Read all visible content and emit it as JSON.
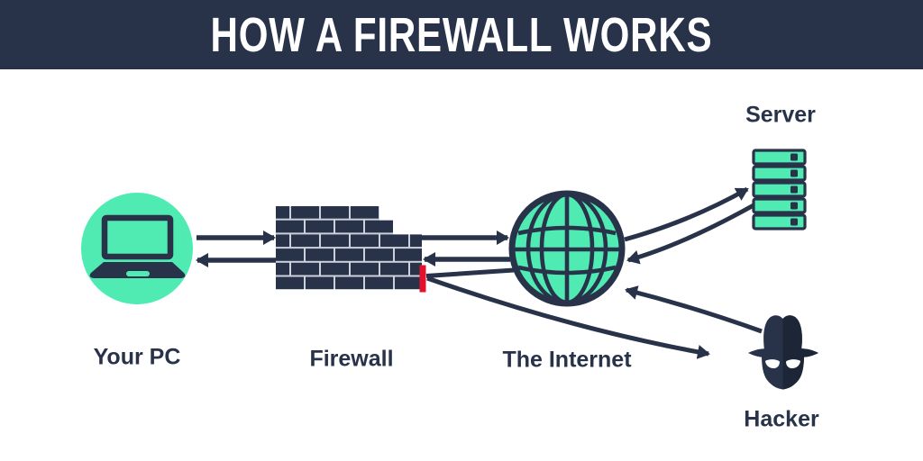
{
  "title": "HOW A FIREWALL WORKS",
  "colors": {
    "navy": "#28334A",
    "navy_dark": "#1D2637",
    "teal": "#4FEBB3",
    "red": "#E3112C",
    "mortar": "#CBD1DA",
    "background": "#FFFFFF"
  },
  "nodes": {
    "pc": {
      "label": "Your PC",
      "icon": "laptop-in-circle-icon"
    },
    "firewall": {
      "label": "Firewall",
      "icon": "brick-wall-icon"
    },
    "internet": {
      "label": "The Internet",
      "icon": "globe-icon"
    },
    "server": {
      "label": "Server",
      "icon": "server-rack-icon"
    },
    "hacker": {
      "label": "Hacker",
      "icon": "spy-icon"
    }
  },
  "connections": [
    {
      "from": "pc",
      "to": "firewall",
      "type": "allowed"
    },
    {
      "from": "firewall",
      "to": "pc",
      "type": "allowed"
    },
    {
      "from": "firewall",
      "to": "internet",
      "type": "allowed"
    },
    {
      "from": "internet",
      "to": "firewall",
      "type": "allowed"
    },
    {
      "from": "internet",
      "to": "server",
      "type": "allowed"
    },
    {
      "from": "server",
      "to": "internet",
      "type": "allowed"
    },
    {
      "from": "hacker",
      "to": "internet",
      "type": "allowed"
    },
    {
      "from": "internet",
      "to": "firewall",
      "type": "blocked_at_firewall"
    },
    {
      "from": "firewall",
      "to": "hacker",
      "type": "rejected"
    }
  ]
}
